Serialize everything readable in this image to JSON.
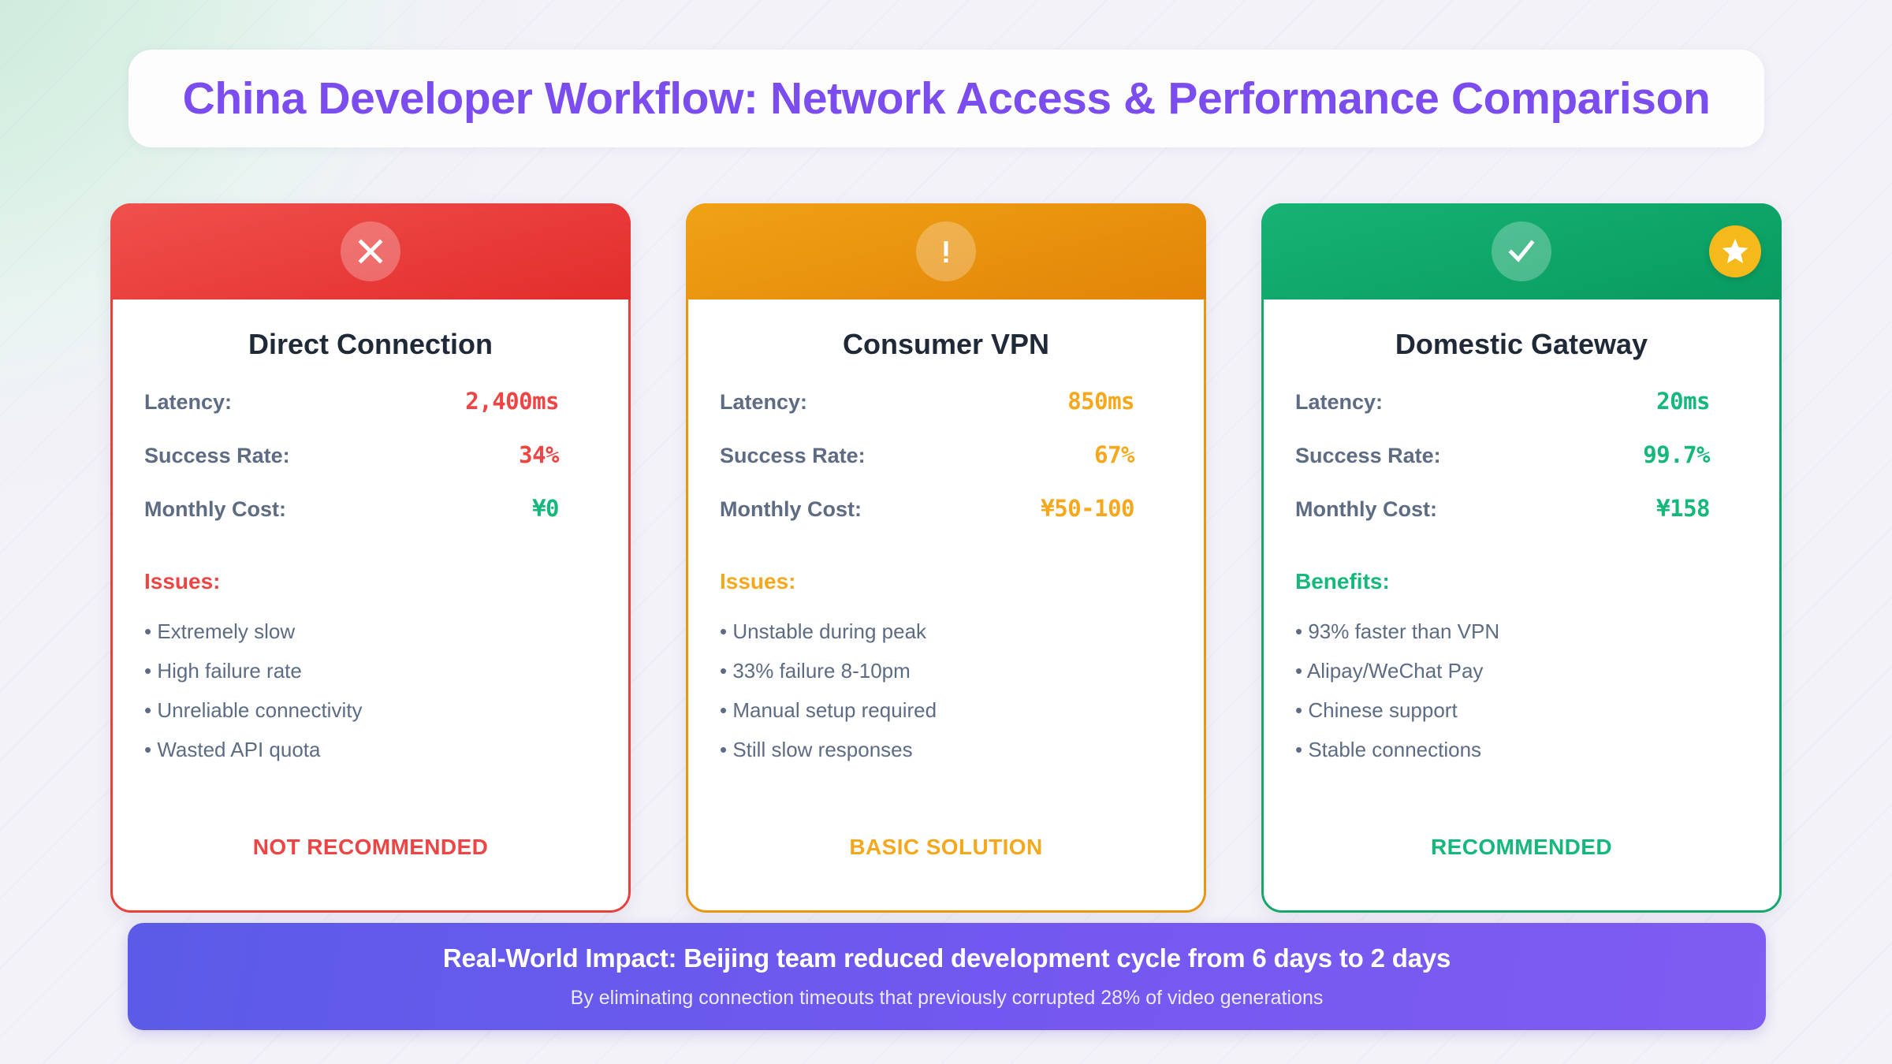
{
  "header": {
    "title": "China Developer Workflow: Network Access & Performance Comparison",
    "title_color": "#7c4dee"
  },
  "metric_labels": {
    "latency": "Latency:",
    "success_rate": "Success Rate:",
    "monthly_cost": "Monthly Cost:"
  },
  "cards": [
    {
      "name": "direct-connection",
      "title": "Direct Connection",
      "icon": "x-mark-icon",
      "accent_color": "#e9403c",
      "badge": null,
      "latency": "2,400ms",
      "latency_color": "#ef4444",
      "success_rate": "34%",
      "success_rate_color": "#ef4444",
      "monthly_cost": "¥0",
      "monthly_cost_color": "#14b87a",
      "list_heading": "Issues:",
      "list_items": [
        "• Extremely slow",
        "• High failure rate",
        "• Unreliable connectivity",
        "• Wasted API quota"
      ],
      "verdict": "NOT RECOMMENDED"
    },
    {
      "name": "consumer-vpn",
      "title": "Consumer VPN",
      "icon": "exclamation-icon",
      "accent_color": "#eb9610",
      "badge": null,
      "latency": "850ms",
      "latency_color": "#f5a81c",
      "success_rate": "67%",
      "success_rate_color": "#f5a81c",
      "monthly_cost": "¥50-100",
      "monthly_cost_color": "#f5a81c",
      "list_heading": "Issues:",
      "list_items": [
        "• Unstable during peak",
        "• 33% failure 8-10pm",
        "• Manual setup required",
        "• Still slow responses"
      ],
      "verdict": "BASIC SOLUTION"
    },
    {
      "name": "domestic-gateway",
      "title": "Domestic Gateway",
      "icon": "check-mark-icon",
      "accent_color": "#15a86a",
      "badge": "star-icon",
      "latency": "20ms",
      "latency_color": "#14b87a",
      "success_rate": "99.7%",
      "success_rate_color": "#14b87a",
      "monthly_cost": "¥158",
      "monthly_cost_color": "#14b87a",
      "list_heading": "Benefits:",
      "list_items": [
        "• 93% faster than VPN",
        "• Alipay/WeChat Pay",
        "• Chinese support",
        "• Stable connections"
      ],
      "verdict": "RECOMMENDED"
    }
  ],
  "footer": {
    "headline": "Real-World Impact: Beijing team reduced development cycle from 6 days to 2 days",
    "subtext": "By eliminating connection timeouts that previously corrupted 28% of video generations",
    "background_color": "#7358f0"
  }
}
